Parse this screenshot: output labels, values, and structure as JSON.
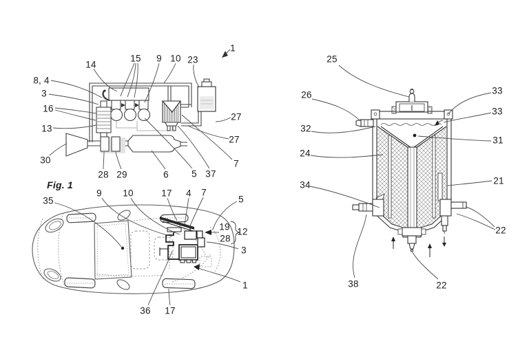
{
  "meta": {
    "background": "#ffffff",
    "line_color": "#3a3a3a",
    "label_color": "#1b1b1b"
  },
  "figure": {
    "caption": "Fig. 1"
  },
  "schematic": {
    "name": "fuel-vapor-system-schematic",
    "labels": [
      {
        "text": "1"
      },
      {
        "text": "14"
      },
      {
        "text": "15"
      },
      {
        "text": "9"
      },
      {
        "text": "10"
      },
      {
        "text": "23"
      },
      {
        "text": "8, 4"
      },
      {
        "text": "3"
      },
      {
        "text": "16"
      },
      {
        "text": "13"
      },
      {
        "text": "30"
      },
      {
        "text": "28"
      },
      {
        "text": "29"
      },
      {
        "text": "6"
      },
      {
        "text": "5"
      },
      {
        "text": "37"
      },
      {
        "text": "27"
      },
      {
        "text": "27"
      },
      {
        "text": "7"
      }
    ]
  },
  "car": {
    "name": "vehicle-top-view",
    "labels": [
      {
        "text": "35"
      },
      {
        "text": "9"
      },
      {
        "text": "10"
      },
      {
        "text": "17"
      },
      {
        "text": "4"
      },
      {
        "text": "7"
      },
      {
        "text": "5"
      },
      {
        "text": "19"
      },
      {
        "text": "12"
      },
      {
        "text": "28"
      },
      {
        "text": "3"
      },
      {
        "text": "1"
      },
      {
        "text": "36"
      },
      {
        "text": "17"
      }
    ]
  },
  "canister": {
    "name": "carbon-canister-cross-section",
    "labels": [
      {
        "text": "25"
      },
      {
        "text": "26"
      },
      {
        "text": "32"
      },
      {
        "text": "24"
      },
      {
        "text": "34"
      },
      {
        "text": "38"
      },
      {
        "text": "33"
      },
      {
        "text": "33"
      },
      {
        "text": "31"
      },
      {
        "text": "21"
      },
      {
        "text": "22"
      },
      {
        "text": "22"
      }
    ]
  }
}
